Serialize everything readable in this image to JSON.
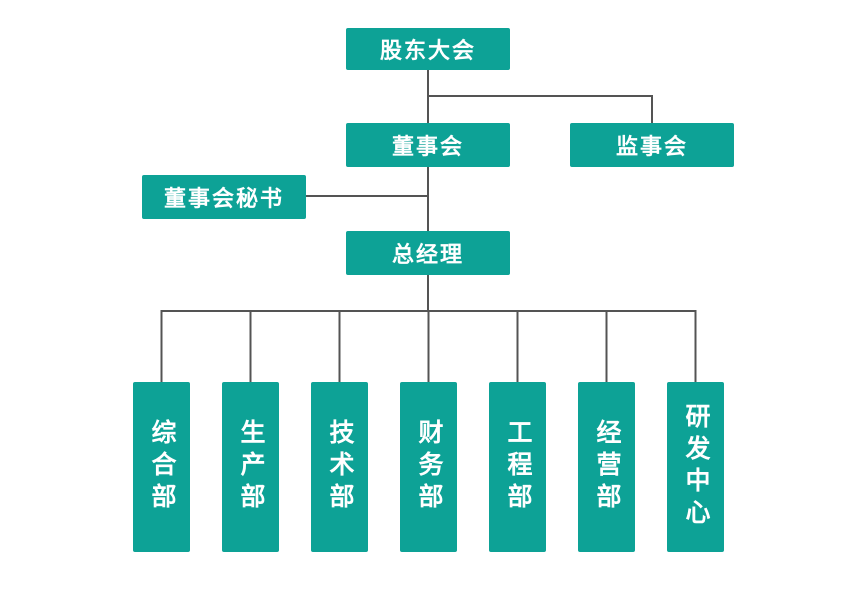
{
  "diagram": {
    "type": "organization-chart",
    "colors": {
      "node_fill": "#0da296",
      "node_text": "#ffffff",
      "connector": "#545454",
      "background": "#ffffff"
    },
    "nodes": {
      "shareholders": {
        "label": "股东大会"
      },
      "board": {
        "label": "董事会"
      },
      "supervisory": {
        "label": "监事会"
      },
      "board_secretary": {
        "label": "董事会秘书"
      },
      "general_manager": {
        "label": "总经理"
      },
      "departments": [
        {
          "label": "综合部"
        },
        {
          "label": "生产部"
        },
        {
          "label": "技术部"
        },
        {
          "label": "财务部"
        },
        {
          "label": "工程部"
        },
        {
          "label": "经营部"
        },
        {
          "label": "研发中心"
        }
      ]
    },
    "edges": [
      {
        "from": "股东大会",
        "to": "董事会"
      },
      {
        "from": "股东大会",
        "to": "监事会"
      },
      {
        "from": "董事会",
        "to": "董事会秘书"
      },
      {
        "from": "董事会",
        "to": "总经理"
      },
      {
        "from": "总经理",
        "to": "综合部"
      },
      {
        "from": "总经理",
        "to": "生产部"
      },
      {
        "from": "总经理",
        "to": "技术部"
      },
      {
        "from": "总经理",
        "to": "财务部"
      },
      {
        "from": "总经理",
        "to": "工程部"
      },
      {
        "from": "总经理",
        "to": "经营部"
      },
      {
        "from": "总经理",
        "to": "研发中心"
      }
    ]
  }
}
